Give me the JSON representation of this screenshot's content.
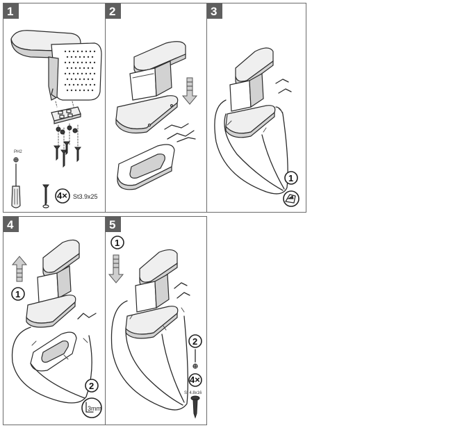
{
  "panels": [
    {
      "number": "1"
    },
    {
      "number": "2"
    },
    {
      "number": "3",
      "step": "1"
    },
    {
      "number": "4",
      "step_up": "1",
      "step_tool": "2",
      "tool_size": "3mm"
    },
    {
      "number": "5",
      "step_down": "1",
      "step_screw": "2",
      "screw_count": "4×",
      "screw_spec": "St 4.8x16"
    }
  ],
  "panel1": {
    "screw_count": "4×",
    "screw_spec": "St3.9x25",
    "screwdriver_label": "PH2"
  }
}
